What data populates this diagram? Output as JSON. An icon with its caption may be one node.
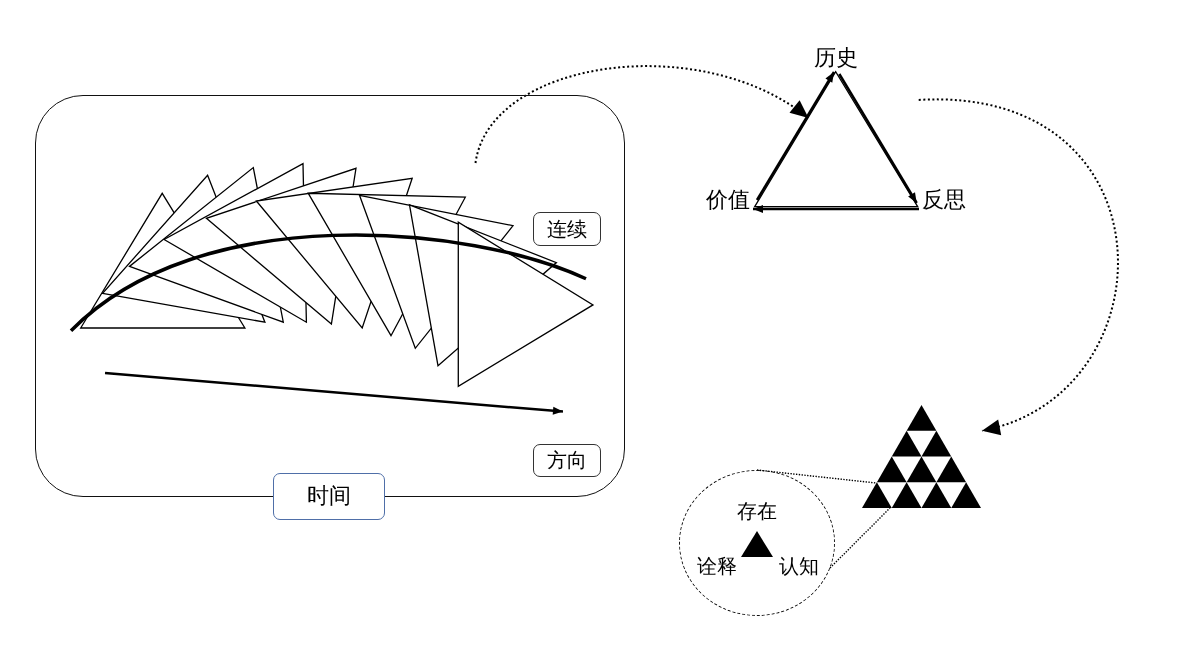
{
  "diagram": {
    "nodes": [
      {
        "text": [
          "时间"
        ]
      },
      {
        "text": [],
        "shape": "picture",
        "in": 0
      },
      {
        "text": [
          "连续"
        ],
        "in": 0
      },
      {
        "text": [
          "方向"
        ],
        "in": 0
      },
      {
        "text": [
          "历史"
        ]
      },
      {
        "text": [
          "价值"
        ]
      },
      {
        "text": [
          "反思"
        ]
      },
      {
        "text": [],
        "shape": "triangle"
      },
      {
        "text": [],
        "shape": "triangle"
      },
      {
        "text": [
          "存在",
          "诠释",
          "认知"
        ]
      }
    ],
    "edges": [
      {
        "from": 1,
        "to": 7,
        "arrow": "to",
        "style": "dashed"
      },
      {
        "from": 5,
        "to": 4,
        "arrow": "to"
      },
      {
        "from": 4,
        "to": 6,
        "arrow": "to"
      },
      {
        "from": 6,
        "to": 5,
        "arrow": "to"
      },
      {
        "from": 7,
        "to": 8,
        "arrow": "to",
        "style": "dashed"
      },
      {
        "from": 9,
        "to": 8,
        "arrow": "none",
        "style": "dashed"
      },
      {
        "from": 9,
        "to": 8,
        "arrow": "none",
        "style": "dashed"
      }
    ]
  }
}
